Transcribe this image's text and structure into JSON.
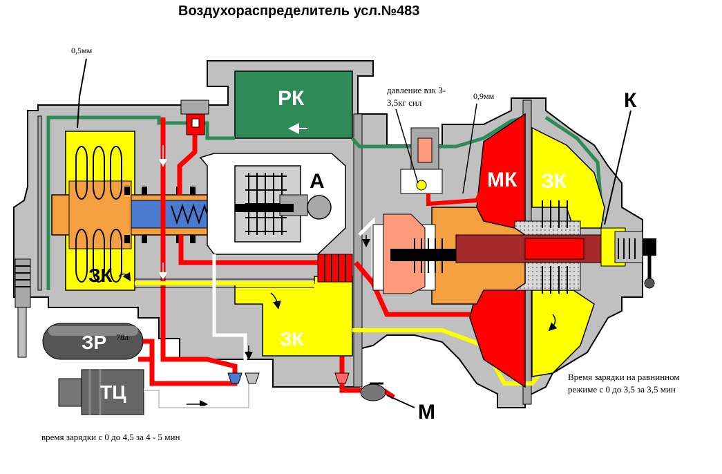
{
  "title": "Воздухораспределитель усл.№483",
  "colors": {
    "body": "#c0c0c0",
    "body_dark": "#a8a8a8",
    "outline": "#000000",
    "spare_chamber": "#ffff00",
    "main_chamber": "#ff0000",
    "working_chamber": "#2e8b57",
    "piston_orange": "#f4a040",
    "seal_blue": "#4a7bd0",
    "valve_pink": "#ff9a7a",
    "white": "#ffffff"
  },
  "labels": {
    "rk": "РК",
    "a": "А",
    "mk": "МК",
    "zk_right": "ЗК",
    "zk_left": "ЗК",
    "zk_bottom": "ЗК",
    "k": "К",
    "m": "М",
    "zr": "ЗР",
    "zr_volume": "78л",
    "tc": "ТЦ"
  },
  "notes": {
    "orifice_left": "0,5мм",
    "brake_pipe_pressure_line1": "давление взк   3-",
    "brake_pipe_pressure_line2": "3,5кг сил",
    "orifice_right": "0,9мм",
    "charge_time_plain_line1": "Время зарядки на равнинном",
    "charge_time_plain_line2": "режиме с 0 до 3,5 за 3,5 мин",
    "charge_time_bottom": "время зарядки с 0 до 4,5 за 4 - 5 мин"
  },
  "icons": {
    "flow_arrow": "arrow-icon",
    "valve_handle": "handle-icon",
    "spring": "spring-icon",
    "filter": "filter-icon"
  }
}
